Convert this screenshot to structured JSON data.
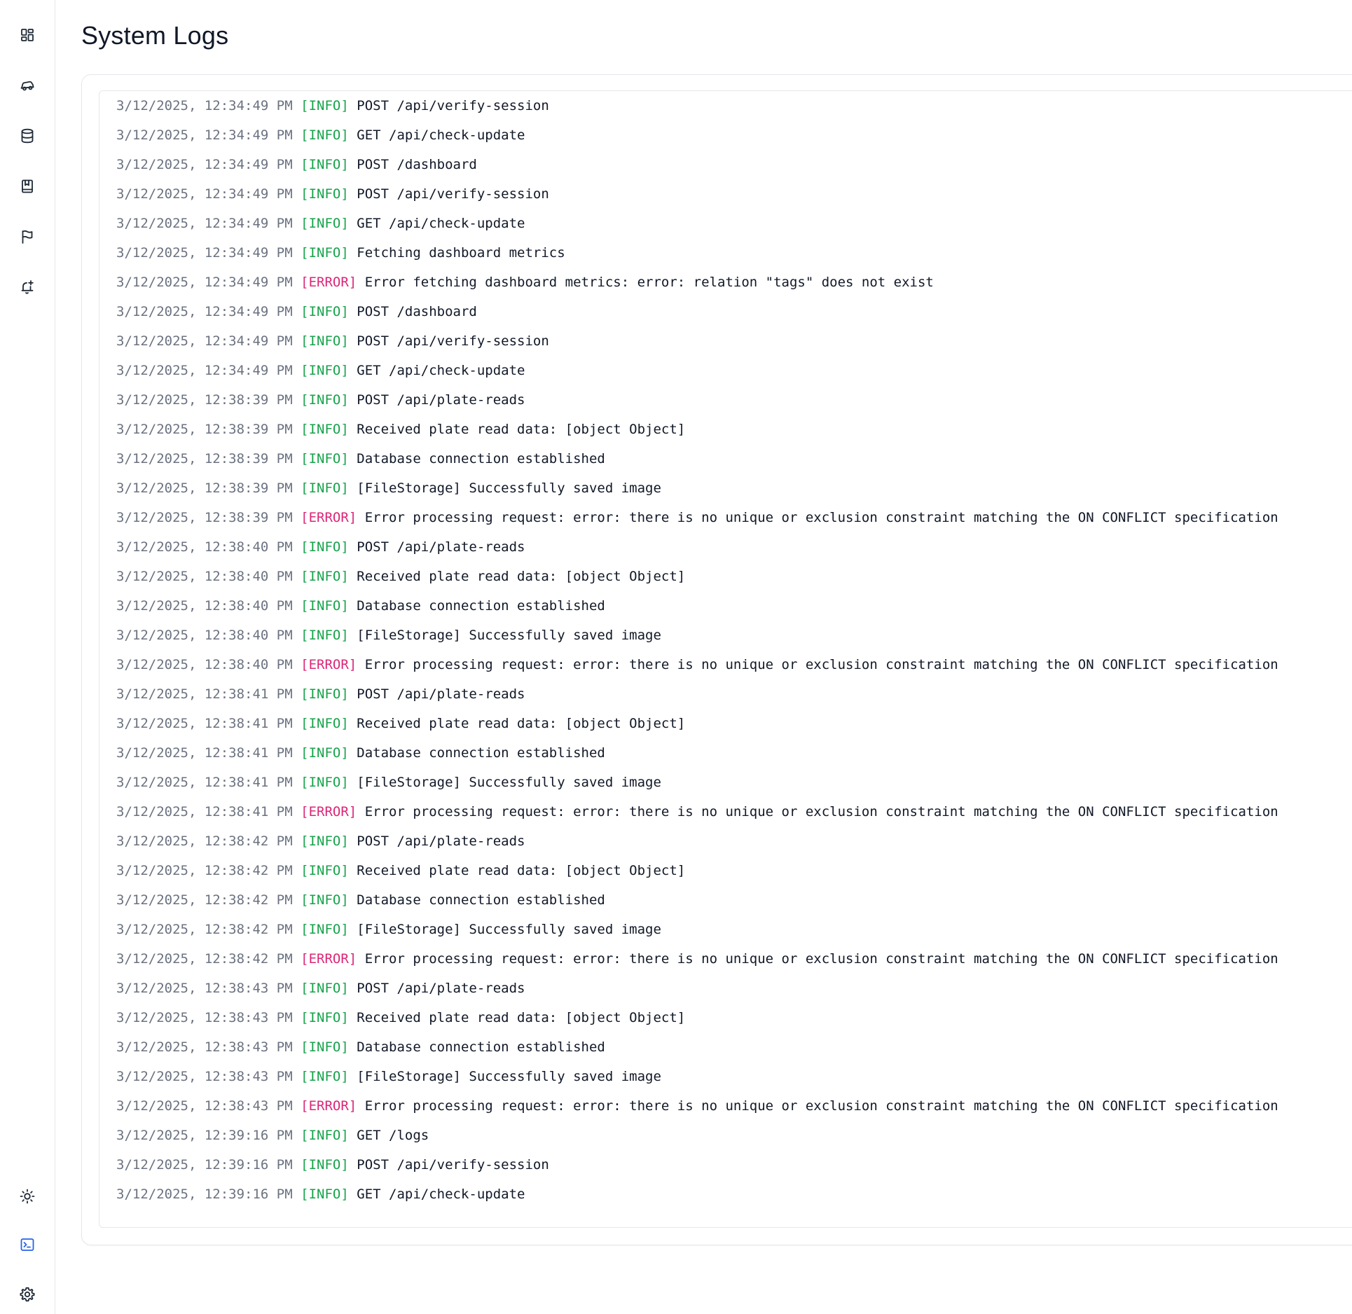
{
  "colors": {
    "info": "#16a34a",
    "error": "#db2777",
    "timestamp": "#6b7280",
    "active_nav": "#2563eb"
  },
  "sidebar": {
    "items": [
      {
        "icon": "dashboard-grid-icon",
        "active": false
      },
      {
        "icon": "car-icon",
        "active": false
      },
      {
        "icon": "database-icon",
        "active": false
      },
      {
        "icon": "book-icon",
        "active": false
      },
      {
        "icon": "flag-icon",
        "active": false
      },
      {
        "icon": "bell-plus-icon",
        "active": false
      }
    ],
    "bottom_items": [
      {
        "icon": "sun-icon",
        "active": false
      },
      {
        "icon": "terminal-icon",
        "active": true
      },
      {
        "icon": "gear-icon",
        "active": false
      }
    ]
  },
  "page": {
    "title": "System Logs"
  },
  "logs": [
    {
      "time": "3/12/2025, 12:34:49 PM",
      "level": "INFO",
      "message": "POST /api/verify-session"
    },
    {
      "time": "3/12/2025, 12:34:49 PM",
      "level": "INFO",
      "message": "GET /api/check-update"
    },
    {
      "time": "3/12/2025, 12:34:49 PM",
      "level": "INFO",
      "message": "POST /dashboard"
    },
    {
      "time": "3/12/2025, 12:34:49 PM",
      "level": "INFO",
      "message": "POST /api/verify-session"
    },
    {
      "time": "3/12/2025, 12:34:49 PM",
      "level": "INFO",
      "message": "GET /api/check-update"
    },
    {
      "time": "3/12/2025, 12:34:49 PM",
      "level": "INFO",
      "message": "Fetching dashboard metrics"
    },
    {
      "time": "3/12/2025, 12:34:49 PM",
      "level": "ERROR",
      "message": "Error fetching dashboard metrics: error: relation \"tags\" does not exist"
    },
    {
      "time": "3/12/2025, 12:34:49 PM",
      "level": "INFO",
      "message": "POST /dashboard"
    },
    {
      "time": "3/12/2025, 12:34:49 PM",
      "level": "INFO",
      "message": "POST /api/verify-session"
    },
    {
      "time": "3/12/2025, 12:34:49 PM",
      "level": "INFO",
      "message": "GET /api/check-update"
    },
    {
      "time": "3/12/2025, 12:38:39 PM",
      "level": "INFO",
      "message": "POST /api/plate-reads"
    },
    {
      "time": "3/12/2025, 12:38:39 PM",
      "level": "INFO",
      "message": "Received plate read data: [object Object]"
    },
    {
      "time": "3/12/2025, 12:38:39 PM",
      "level": "INFO",
      "message": "Database connection established"
    },
    {
      "time": "3/12/2025, 12:38:39 PM",
      "level": "INFO",
      "message": "[FileStorage] Successfully saved image"
    },
    {
      "time": "3/12/2025, 12:38:39 PM",
      "level": "ERROR",
      "message": "Error processing request: error: there is no unique or exclusion constraint matching the ON CONFLICT specification"
    },
    {
      "time": "3/12/2025, 12:38:40 PM",
      "level": "INFO",
      "message": "POST /api/plate-reads"
    },
    {
      "time": "3/12/2025, 12:38:40 PM",
      "level": "INFO",
      "message": "Received plate read data: [object Object]"
    },
    {
      "time": "3/12/2025, 12:38:40 PM",
      "level": "INFO",
      "message": "Database connection established"
    },
    {
      "time": "3/12/2025, 12:38:40 PM",
      "level": "INFO",
      "message": "[FileStorage] Successfully saved image"
    },
    {
      "time": "3/12/2025, 12:38:40 PM",
      "level": "ERROR",
      "message": "Error processing request: error: there is no unique or exclusion constraint matching the ON CONFLICT specification"
    },
    {
      "time": "3/12/2025, 12:38:41 PM",
      "level": "INFO",
      "message": "POST /api/plate-reads"
    },
    {
      "time": "3/12/2025, 12:38:41 PM",
      "level": "INFO",
      "message": "Received plate read data: [object Object]"
    },
    {
      "time": "3/12/2025, 12:38:41 PM",
      "level": "INFO",
      "message": "Database connection established"
    },
    {
      "time": "3/12/2025, 12:38:41 PM",
      "level": "INFO",
      "message": "[FileStorage] Successfully saved image"
    },
    {
      "time": "3/12/2025, 12:38:41 PM",
      "level": "ERROR",
      "message": "Error processing request: error: there is no unique or exclusion constraint matching the ON CONFLICT specification"
    },
    {
      "time": "3/12/2025, 12:38:42 PM",
      "level": "INFO",
      "message": "POST /api/plate-reads"
    },
    {
      "time": "3/12/2025, 12:38:42 PM",
      "level": "INFO",
      "message": "Received plate read data: [object Object]"
    },
    {
      "time": "3/12/2025, 12:38:42 PM",
      "level": "INFO",
      "message": "Database connection established"
    },
    {
      "time": "3/12/2025, 12:38:42 PM",
      "level": "INFO",
      "message": "[FileStorage] Successfully saved image"
    },
    {
      "time": "3/12/2025, 12:38:42 PM",
      "level": "ERROR",
      "message": "Error processing request: error: there is no unique or exclusion constraint matching the ON CONFLICT specification"
    },
    {
      "time": "3/12/2025, 12:38:43 PM",
      "level": "INFO",
      "message": "POST /api/plate-reads"
    },
    {
      "time": "3/12/2025, 12:38:43 PM",
      "level": "INFO",
      "message": "Received plate read data: [object Object]"
    },
    {
      "time": "3/12/2025, 12:38:43 PM",
      "level": "INFO",
      "message": "Database connection established"
    },
    {
      "time": "3/12/2025, 12:38:43 PM",
      "level": "INFO",
      "message": "[FileStorage] Successfully saved image"
    },
    {
      "time": "3/12/2025, 12:38:43 PM",
      "level": "ERROR",
      "message": "Error processing request: error: there is no unique or exclusion constraint matching the ON CONFLICT specification"
    },
    {
      "time": "3/12/2025, 12:39:16 PM",
      "level": "INFO",
      "message": "GET /logs"
    },
    {
      "time": "3/12/2025, 12:39:16 PM",
      "level": "INFO",
      "message": "POST /api/verify-session"
    },
    {
      "time": "3/12/2025, 12:39:16 PM",
      "level": "INFO",
      "message": "GET /api/check-update"
    }
  ]
}
